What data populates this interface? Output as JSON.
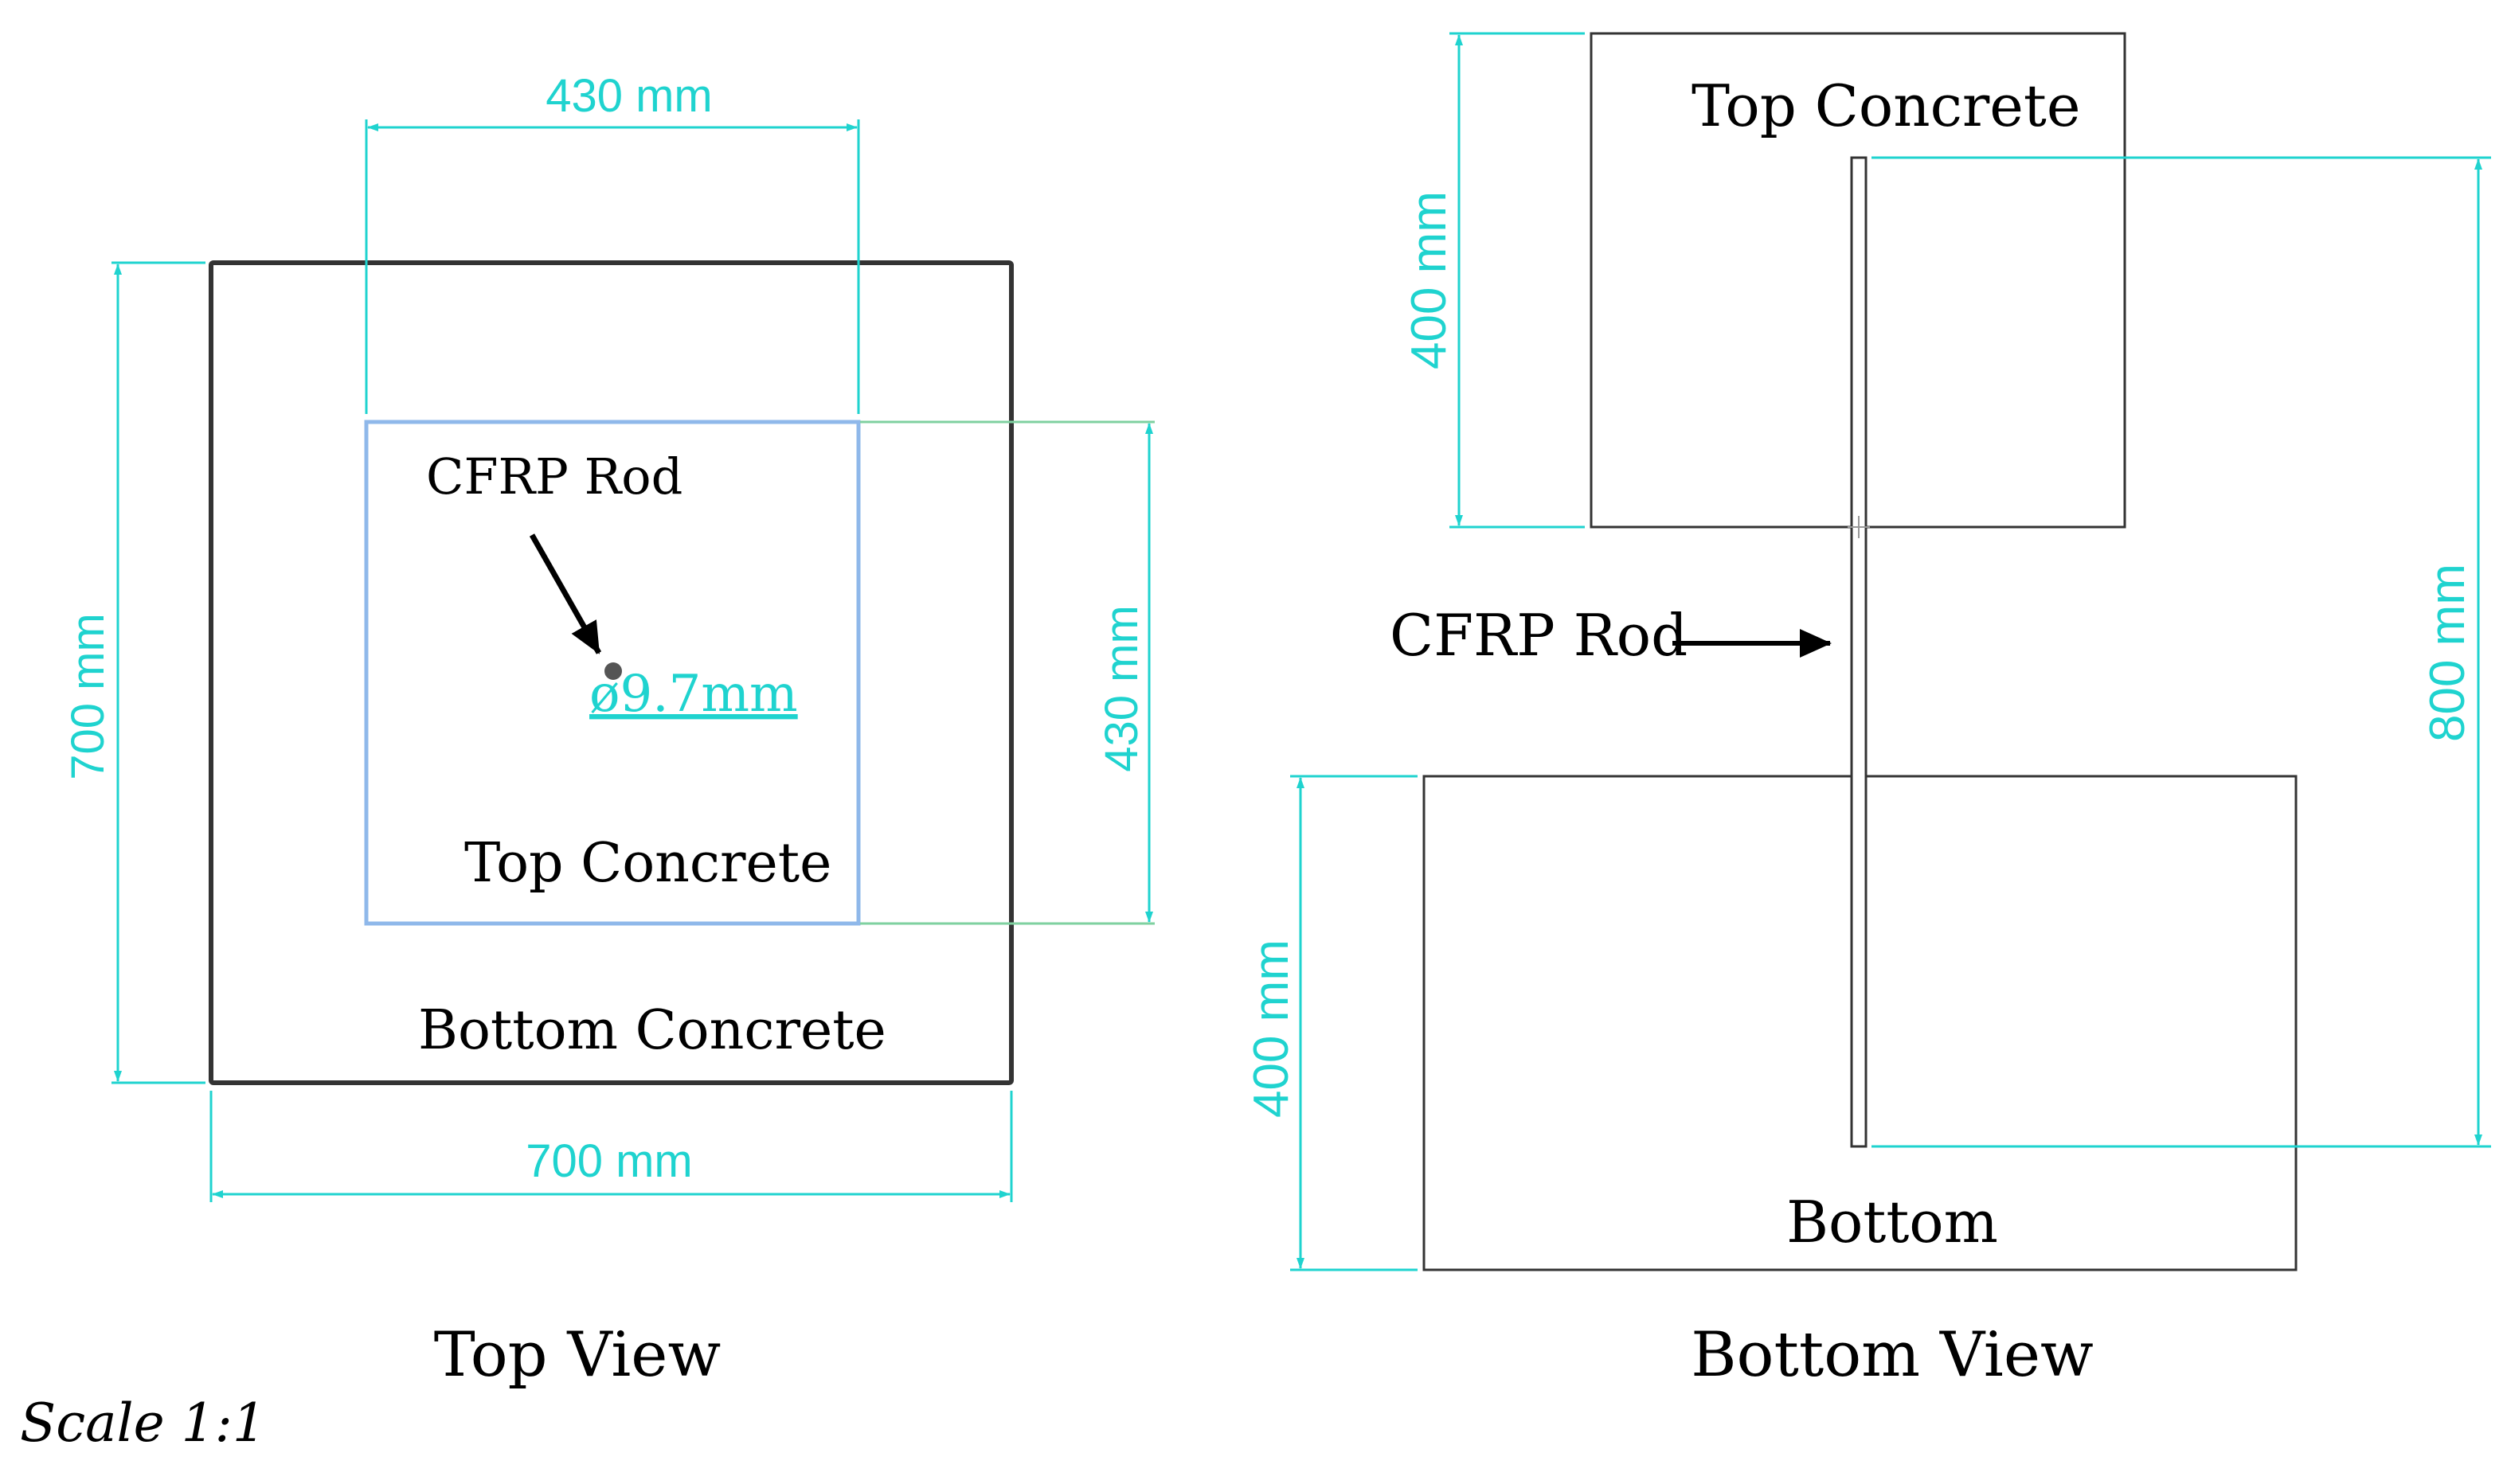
{
  "colors": {
    "dimension": "#1fd3cf",
    "outline": "#333333",
    "inner_outline": "#8fb8ea",
    "green_line": "#7fd1a0",
    "text": "#000000",
    "rod_dot": "#555555"
  },
  "top_view": {
    "caption": "Top View",
    "top_width_label": "430 mm",
    "left_height_label": "700 mm",
    "right_height_label": "430 mm",
    "bottom_width_label": "700 mm",
    "rod_label": "CFRP Rod",
    "diameter_label": "ø9.7mm",
    "top_block_label": "Top Concrete",
    "bottom_block_label": "Bottom Concrete"
  },
  "bottom_view": {
    "caption": "Bottom View",
    "top_block_label": "Top Concrete",
    "top_height_label": "400 mm",
    "rod_label": "CFRP Rod",
    "total_height_label": "800 mm",
    "bottom_height_label": "400 mm",
    "bottom_block_label": "Bottom"
  },
  "scale_note": "Scale 1:1"
}
